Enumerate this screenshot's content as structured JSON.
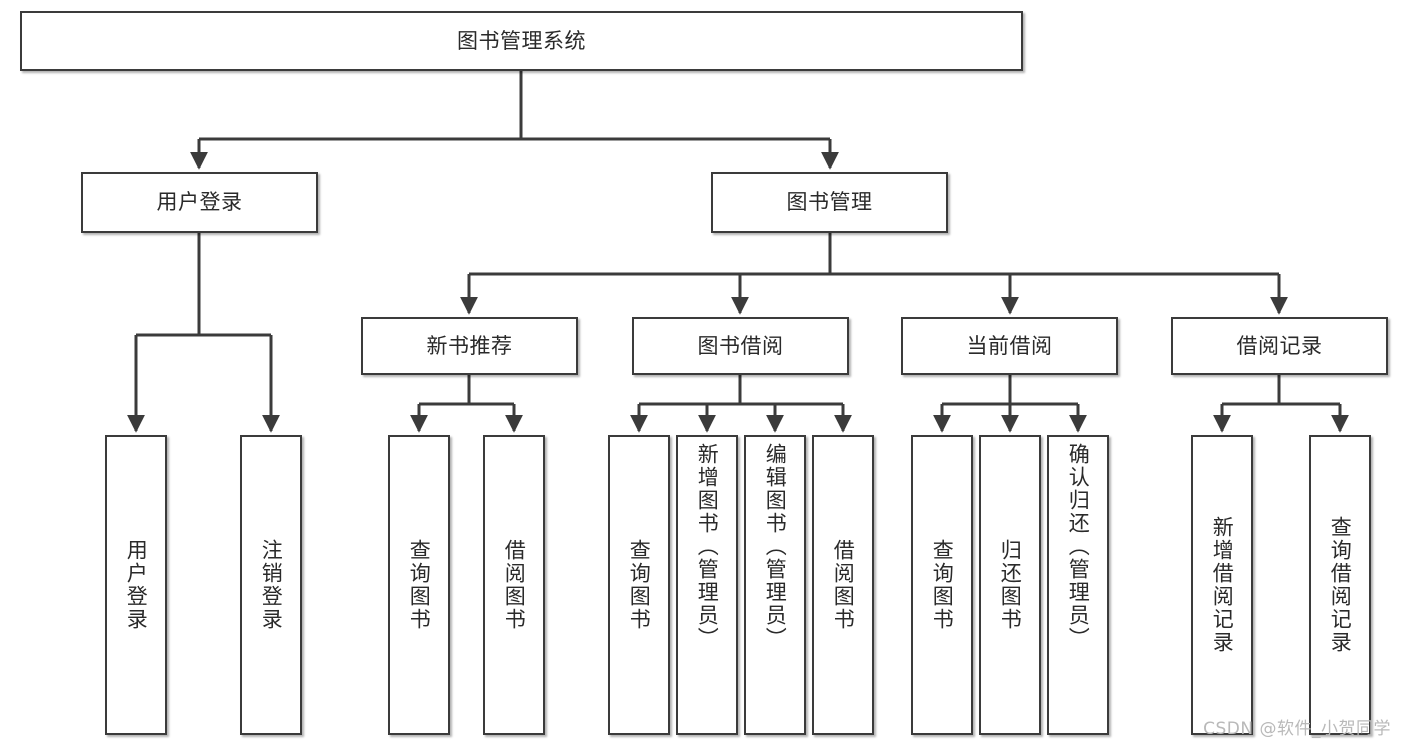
{
  "diagram": {
    "title": "图书管理系统",
    "type": "tree-hierarchy-diagram",
    "root": {
      "id": "root",
      "label": "图书管理系统"
    },
    "level2": [
      {
        "id": "user-login",
        "label": "用户登录"
      },
      {
        "id": "book-management",
        "label": "图书管理"
      }
    ],
    "level3": [
      {
        "id": "new-book-recommend",
        "label": "新书推荐"
      },
      {
        "id": "book-borrow",
        "label": "图书借阅"
      },
      {
        "id": "current-borrow",
        "label": "当前借阅"
      },
      {
        "id": "borrow-record",
        "label": "借阅记录"
      }
    ],
    "leaves": {
      "user_login": [
        {
          "id": "leaf-user-login",
          "label": "用户登录"
        },
        {
          "id": "leaf-logout-login",
          "label": "注销登录"
        }
      ],
      "new_book_recommend": [
        {
          "id": "leaf-query-book-1",
          "label": "查询图书"
        },
        {
          "id": "leaf-borrow-book-1",
          "label": "借阅图书"
        }
      ],
      "book_borrow": [
        {
          "id": "leaf-query-book-2",
          "label": "查询图书"
        },
        {
          "id": "leaf-add-book",
          "label": "新增图书（管理员）"
        },
        {
          "id": "leaf-edit-book",
          "label": "编辑图书（管理员）"
        },
        {
          "id": "leaf-borrow-book-2",
          "label": "借阅图书"
        }
      ],
      "current_borrow": [
        {
          "id": "leaf-query-book-3",
          "label": "查询图书"
        },
        {
          "id": "leaf-return-book",
          "label": "归还图书"
        },
        {
          "id": "leaf-confirm-return",
          "label": "确认归还（管理员）"
        }
      ],
      "borrow_record": [
        {
          "id": "leaf-add-record",
          "label": "新增借阅记录"
        },
        {
          "id": "leaf-query-record",
          "label": "查询借阅记录"
        }
      ]
    },
    "colors": {
      "stroke": "#3b3b3b",
      "fill": "#ffffff",
      "text": "#2a2a2a",
      "watermark": "#b9b9b9"
    }
  },
  "watermark": {
    "text": "CSDN @软件_小贺同学"
  }
}
